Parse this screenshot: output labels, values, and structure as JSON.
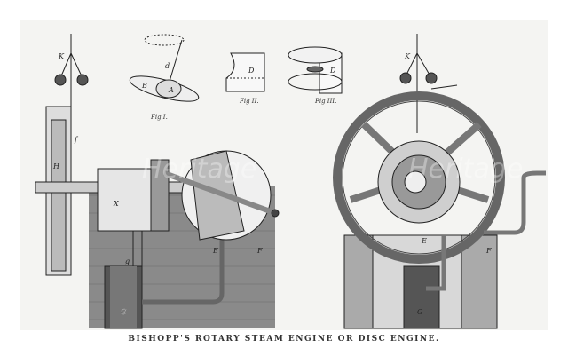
{
  "caption": "BISHOPP'S ROTARY STEAM ENGINE OR DISC ENGINE.",
  "watermark": "Heritage",
  "figures": {
    "fig1": "Fig I.",
    "fig2": "Fig II.",
    "fig3": "Fig III."
  },
  "labels": {
    "K": "K",
    "H": "H",
    "f": "f",
    "X": "X",
    "E": "E",
    "F": "F",
    "G": "G",
    "g": "g",
    "D": "D",
    "A": "A",
    "B": "B",
    "d": "d"
  }
}
